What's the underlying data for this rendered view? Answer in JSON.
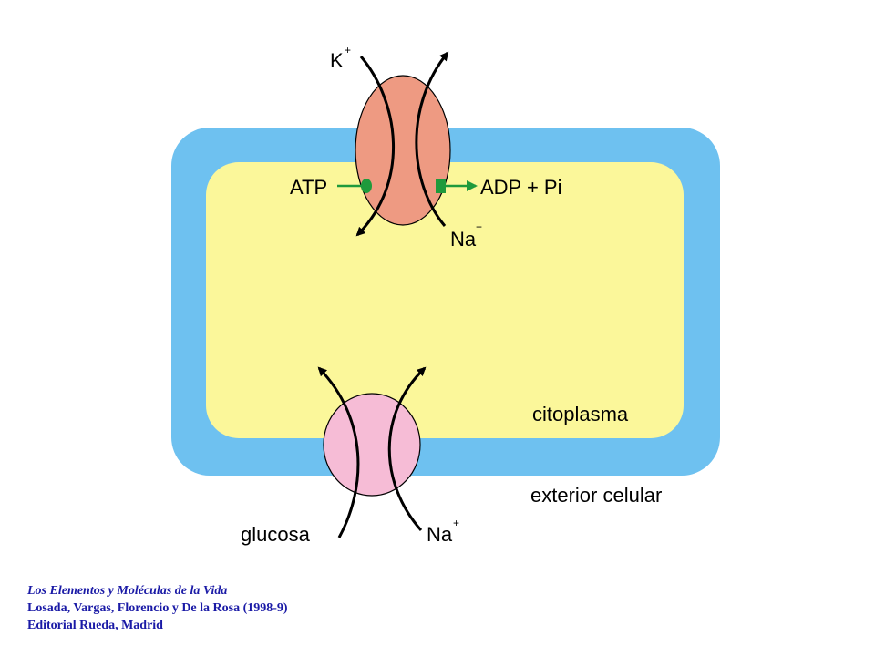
{
  "labels": {
    "k_ion": "K",
    "k_charge": "+",
    "na_ion_top": "Na",
    "na_charge_top": "+",
    "atp": "ATP",
    "adp": "ADP + Pi",
    "cytoplasm": "citoplasma",
    "exterior": "exterior celular",
    "glucose": "glucosa",
    "na_ion_bottom": "Na",
    "na_charge_bottom": "+"
  },
  "citation": {
    "title": "Los Elementos y Moléculas de la Vida",
    "authors": "Losada, Vargas, Florencio y De la Rosa (1998-9)",
    "publisher": "Editorial Rueda, Madrid"
  },
  "colors": {
    "membrane": "#6ec1f0",
    "cytoplasm": "#fbf79a",
    "pump_protein": "#ee9a82",
    "cotransporter_protein": "#f6bcd6",
    "phosphate_marker": "#1f9a3c",
    "citation_text": "#1a1aa6"
  }
}
